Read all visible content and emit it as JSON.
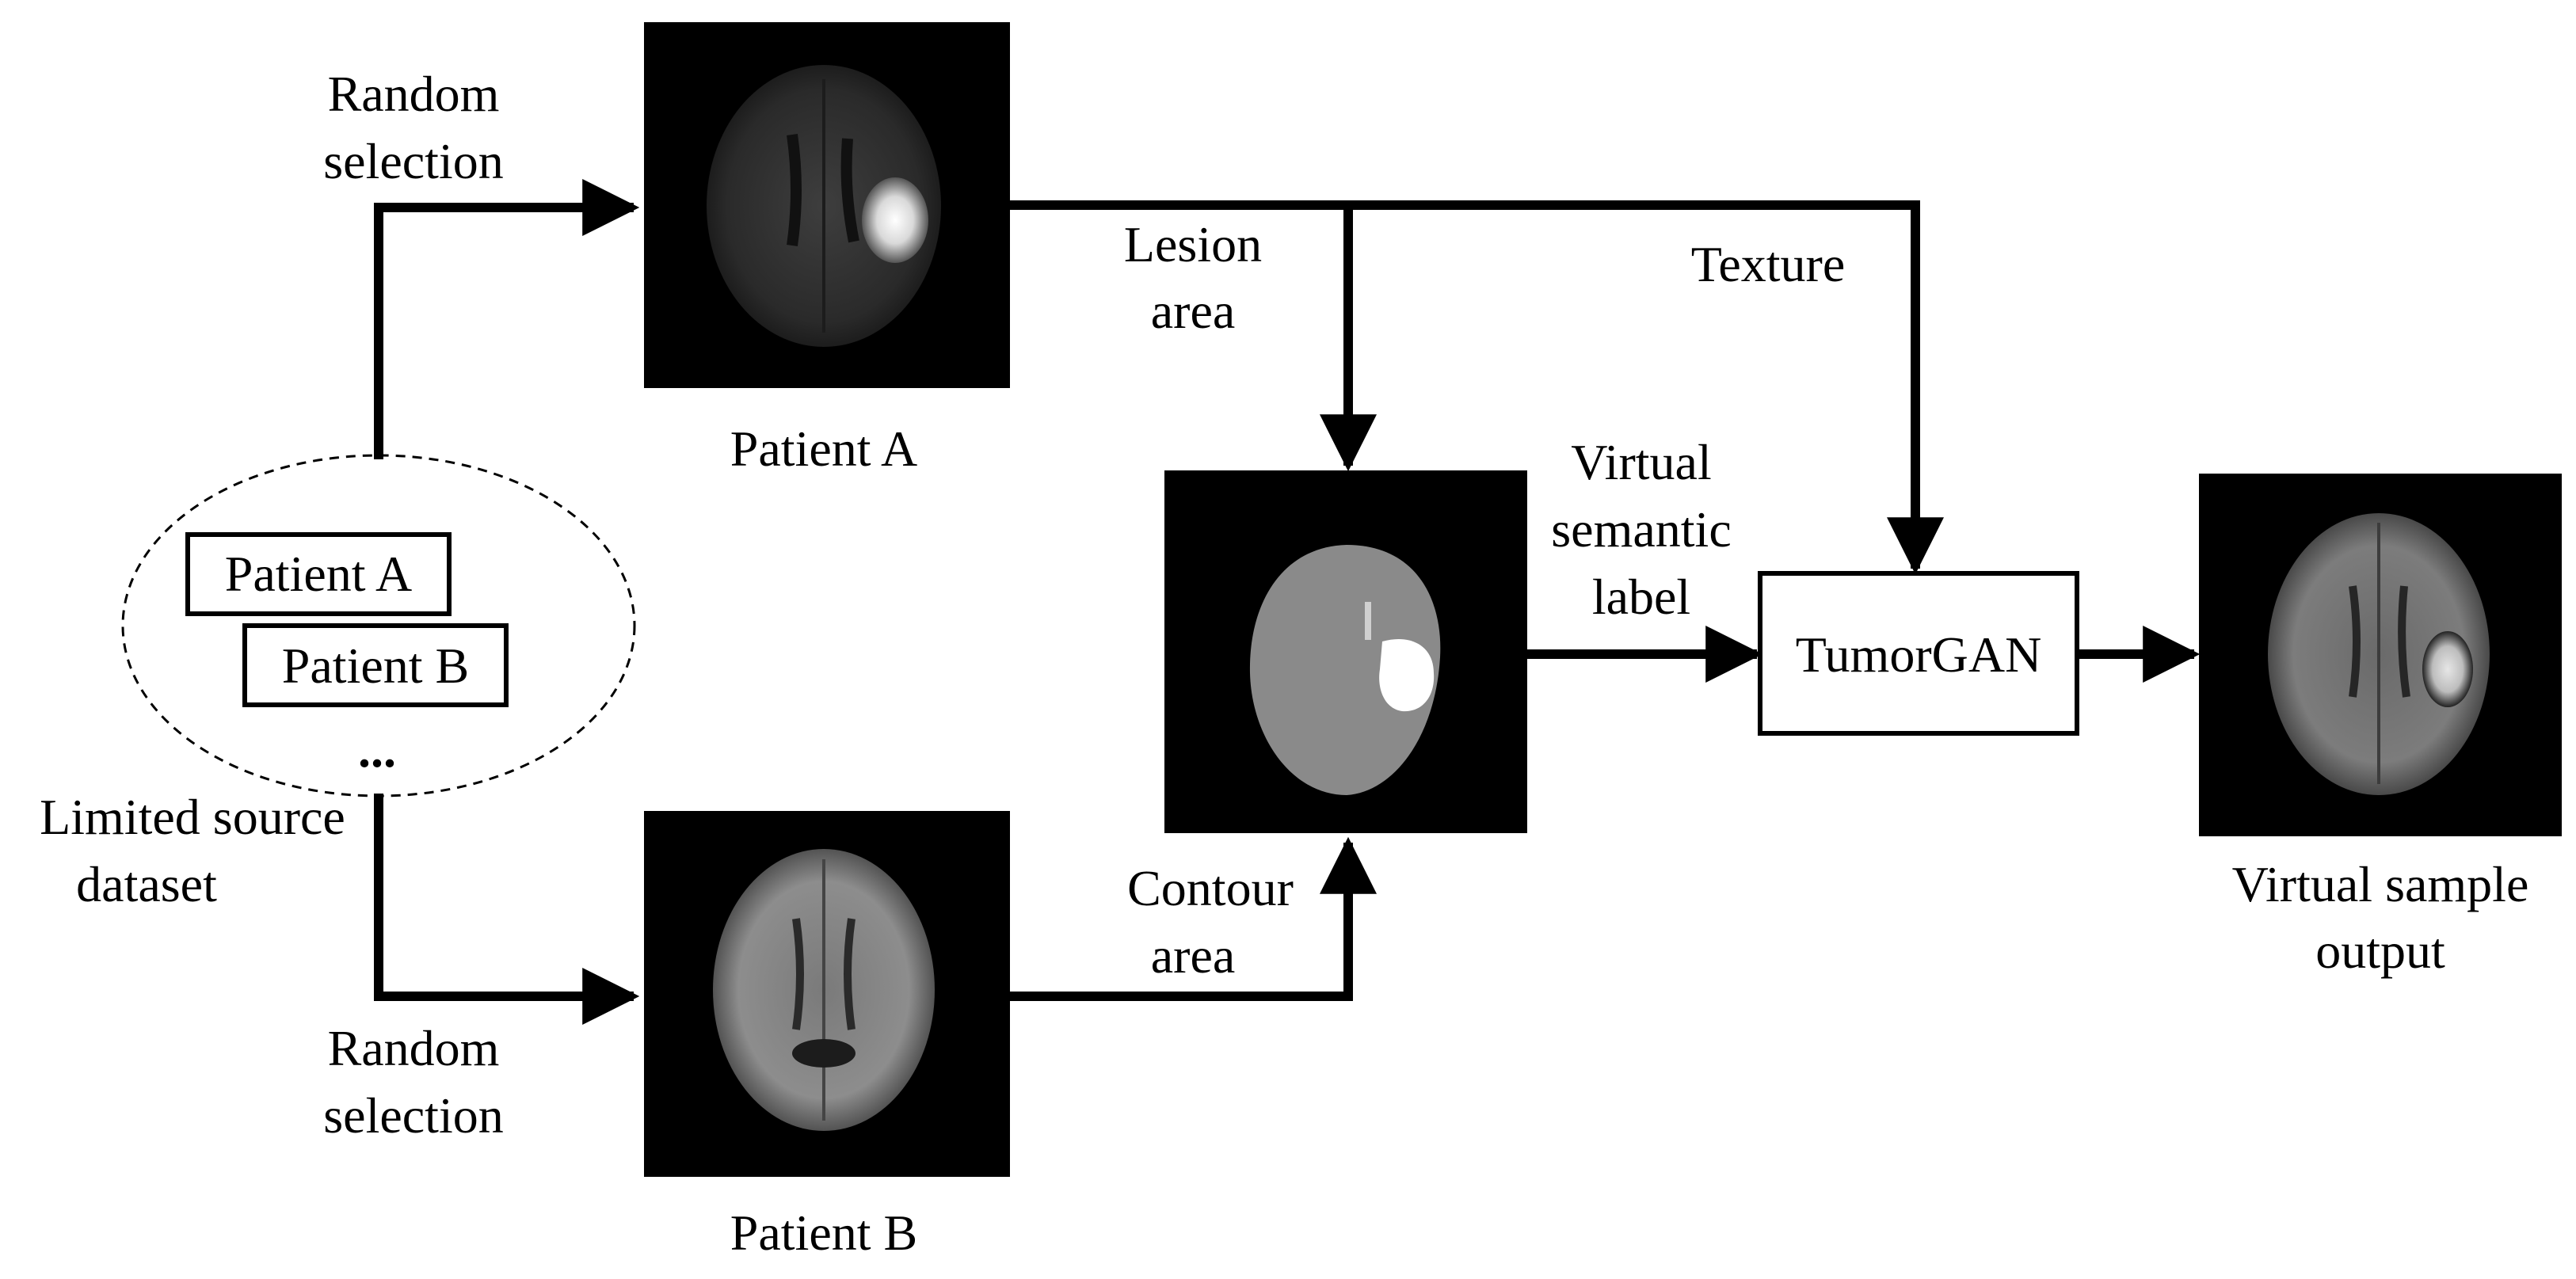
{
  "source_dataset": {
    "items": [
      "Patient A",
      "Patient B"
    ],
    "ellipsis": "...",
    "caption_line1": "Limited source",
    "caption_line2": "dataset"
  },
  "top_branch": {
    "step_line1": "Random",
    "step_line2": "selection",
    "image_caption": "Patient A"
  },
  "bottom_branch": {
    "step_line1": "Random",
    "step_line2": "selection",
    "image_caption": "Patient B"
  },
  "lesion": {
    "line1": "Lesion",
    "line2": "area"
  },
  "texture": {
    "label": "Texture"
  },
  "contour": {
    "line1": "Contour",
    "line2": "area"
  },
  "semantic_label": {
    "line1": "Virtual",
    "line2": "semantic",
    "line3": "label"
  },
  "generator": {
    "label": "TumorGAN"
  },
  "output": {
    "line1": "Virtual sample",
    "line2": "output"
  },
  "colors": {
    "line": "#000000",
    "image_bg": "#000000",
    "mask_brain": "#8a8a8a",
    "mask_lesion": "#ffffff"
  }
}
